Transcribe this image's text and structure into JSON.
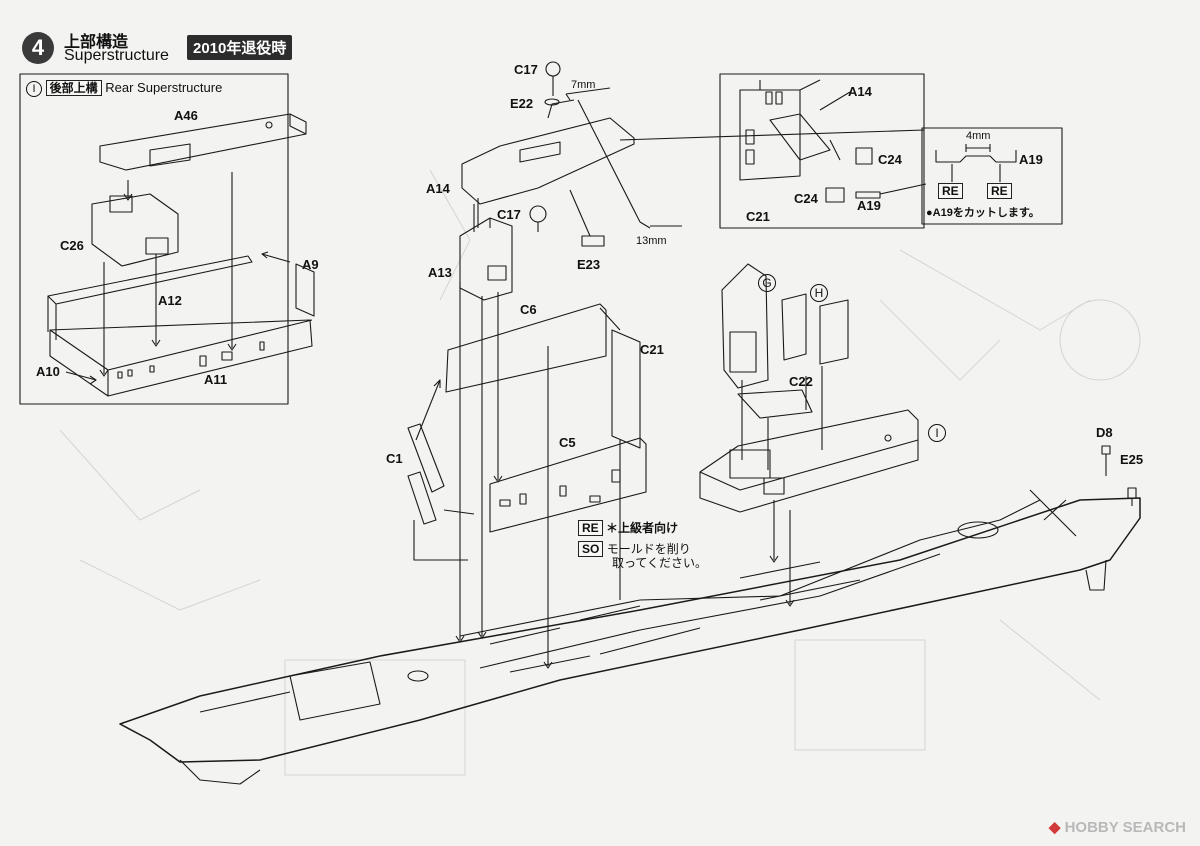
{
  "header": {
    "step_number": "4",
    "title_jp": "上部構造",
    "title_en": "Superstructure",
    "era_badge": "2010年退役時"
  },
  "rear_box": {
    "marker": "I",
    "title_jp": "後部上構",
    "title_en": "Rear Superstructure"
  },
  "part_labels": {
    "a46": "A46",
    "c26": "C26",
    "a9": "A9",
    "a12": "A12",
    "a10": "A10",
    "a11": "A11",
    "c17_top": "C17",
    "e22": "E22",
    "a14_mid": "A14",
    "c17_mid": "C17",
    "e23": "E23",
    "a13": "A13",
    "c6": "C6",
    "c21_mid": "C21",
    "c1": "C1",
    "c5": "C5",
    "a14_detail": "A14",
    "c24_right": "C24",
    "c24_left": "C24",
    "c21_detail": "C21",
    "a19_detail": "A19",
    "a19_inset": "A19",
    "c22": "C22",
    "d8": "D8",
    "e25": "E25",
    "marker_g": "G",
    "marker_h": "H",
    "marker_i": "I"
  },
  "dimensions": {
    "d7": "7mm",
    "d13": "13mm",
    "d4": "4mm"
  },
  "inset": {
    "re_left": "RE",
    "re_right": "RE",
    "cut_note": "●A19をカットします。"
  },
  "legend": {
    "re_tag": "RE",
    "re_text": "＊上級者向け",
    "so_tag": "SO",
    "so_text_line1": "モールドを削り",
    "so_text_line2": "取ってください。"
  },
  "watermark": {
    "logo": "HOBBY SEARCH"
  }
}
